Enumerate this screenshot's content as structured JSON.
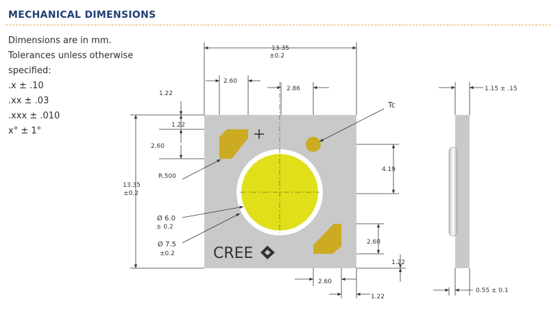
{
  "header": {
    "title": "MECHANICAL DIMENSIONS"
  },
  "notes": [
    "Dimensions are in mm.",
    "Tolerances unless otherwise",
    "specified:",
    ".x ± .10",
    ".xx ± .03",
    ".xxx ± .010",
    "x° ± 1°"
  ],
  "dims": {
    "overall_width": "13.35",
    "overall_width_tol": "±0.2",
    "pad_width_top": "2.60",
    "tc_offset": "2.86",
    "top_left_offset": "1.22",
    "inner_left_offset": "1.22",
    "pad_height_left": "2.60",
    "radius": "R.500",
    "overall_height": "13.35",
    "overall_height_tol": "±0.2",
    "tc_label": "Tc",
    "tc_vertical": "4.19",
    "les_dia": "Ø 6.0",
    "les_dia_tol": "± 0.2",
    "ring_dia": "Ø 7.5",
    "ring_dia_tol": "±0.2",
    "pad_height_right": "2.60",
    "bottom_right_offset": "1.22",
    "pad_width_bottom": "2.60",
    "bottom_offset": "1.22",
    "thickness": "1.15 ±  .15",
    "lens_height": "0.55 ± 0.1"
  },
  "logo": {
    "text": "CREE"
  },
  "colors": {
    "heading": "#1f3f73",
    "rule": "#e8a14a",
    "substrate": "#c9c9c9",
    "pad": "#ccaa22",
    "les": "#dfe01a",
    "ring": "#ffffff"
  }
}
